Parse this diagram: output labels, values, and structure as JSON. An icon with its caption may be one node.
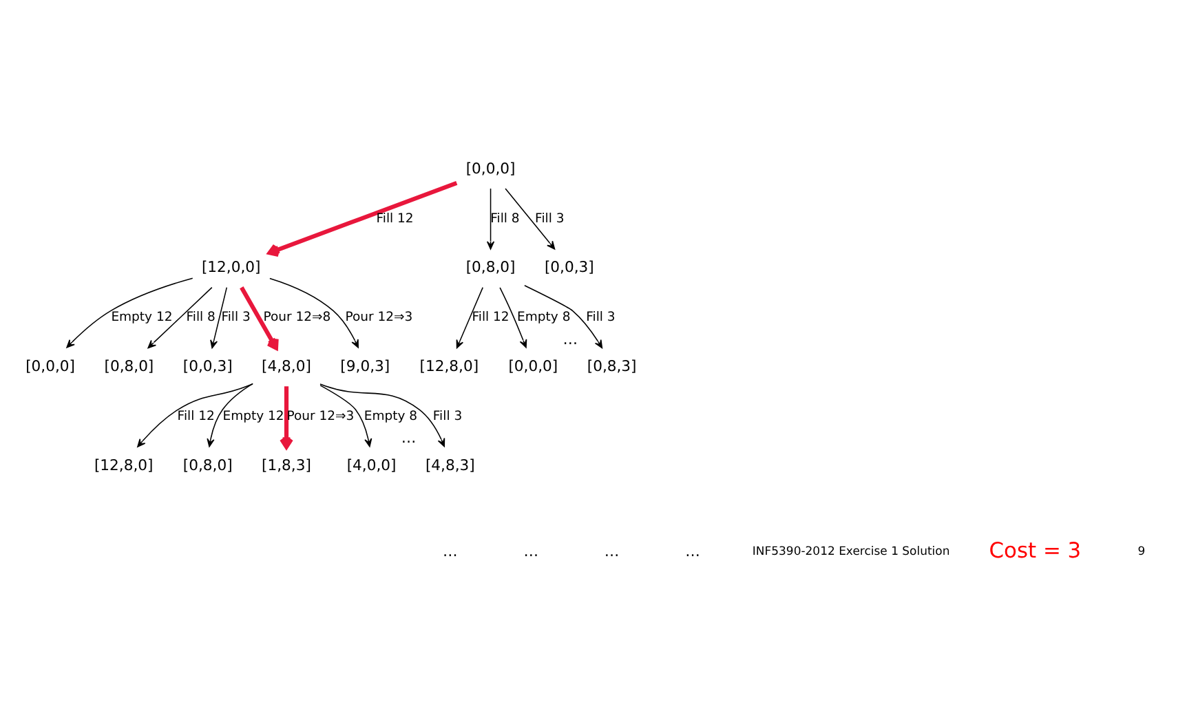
{
  "diagram": {
    "nodes": [
      {
        "text": [
          "[0,0,0]"
        ]
      },
      {
        "text": [
          "[12,0,0]"
        ]
      },
      {
        "text": [
          "[0,8,0]"
        ]
      },
      {
        "text": [
          "[0,0,3]"
        ]
      },
      {
        "text": [
          "[0,0,0]"
        ]
      },
      {
        "text": [
          "[0,8,0]"
        ]
      },
      {
        "text": [
          "[0,0,3]"
        ]
      },
      {
        "text": [
          "[4,8,0]"
        ]
      },
      {
        "text": [
          "[9,0,3]"
        ]
      },
      {
        "text": [
          "[12,8,0]"
        ]
      },
      {
        "text": [
          "[0,0,0]"
        ]
      },
      {
        "text": [
          "[0,8,3]"
        ],
        "beside": [
          "…"
        ]
      },
      {
        "text": [
          "[12,8,0]"
        ]
      },
      {
        "text": [
          "[0,8,0]"
        ]
      },
      {
        "text": [
          "[1,8,3]"
        ]
      },
      {
        "text": [
          "[4,0,0]"
        ]
      },
      {
        "text": [
          "[4,8,3]"
        ],
        "beside": [
          "…"
        ]
      }
    ],
    "edges": [
      {
        "from": 0,
        "to": 1,
        "arrow": "to",
        "label": "Fill 12",
        "color": "#e8173c",
        "style": "thick"
      },
      {
        "from": 0,
        "to": 2,
        "arrow": "to",
        "label": "Fill 8"
      },
      {
        "from": 0,
        "to": 3,
        "arrow": "to",
        "label": "Fill 3"
      },
      {
        "from": 1,
        "to": 4,
        "arrow": "to",
        "label": "Empty 12"
      },
      {
        "from": 1,
        "to": 5,
        "arrow": "to",
        "label": "Fill 8"
      },
      {
        "from": 1,
        "to": 6,
        "arrow": "to",
        "label": "Fill 3"
      },
      {
        "from": 1,
        "to": 7,
        "arrow": "to",
        "label": "Pour 12⇒8",
        "color": "#e8173c",
        "style": "thick"
      },
      {
        "from": 1,
        "to": 8,
        "arrow": "to",
        "label": "Pour 12⇒3"
      },
      {
        "from": 2,
        "to": 9,
        "arrow": "to",
        "label": "Fill 12"
      },
      {
        "from": 2,
        "to": 10,
        "arrow": "to",
        "label": "Empty 8"
      },
      {
        "from": 2,
        "to": 11,
        "arrow": "to",
        "label": "Fill 3"
      },
      {
        "from": 7,
        "to": 12,
        "arrow": "to",
        "label": "Fill 12"
      },
      {
        "from": 7,
        "to": 13,
        "arrow": "to",
        "label": "Empty 12"
      },
      {
        "from": 7,
        "to": 14,
        "arrow": "to",
        "label": "Pour 12⇒3",
        "color": "#e8173c",
        "style": "thick"
      },
      {
        "from": 7,
        "to": 15,
        "arrow": "to",
        "label": "Empty 8"
      },
      {
        "from": 7,
        "to": 16,
        "arrow": "to",
        "label": "Fill 3"
      }
    ],
    "labels": [
      "…",
      "…",
      "…",
      "…",
      "INF5390-2012 Exercise 1 Solution",
      "Cost = 3",
      "9"
    ]
  }
}
